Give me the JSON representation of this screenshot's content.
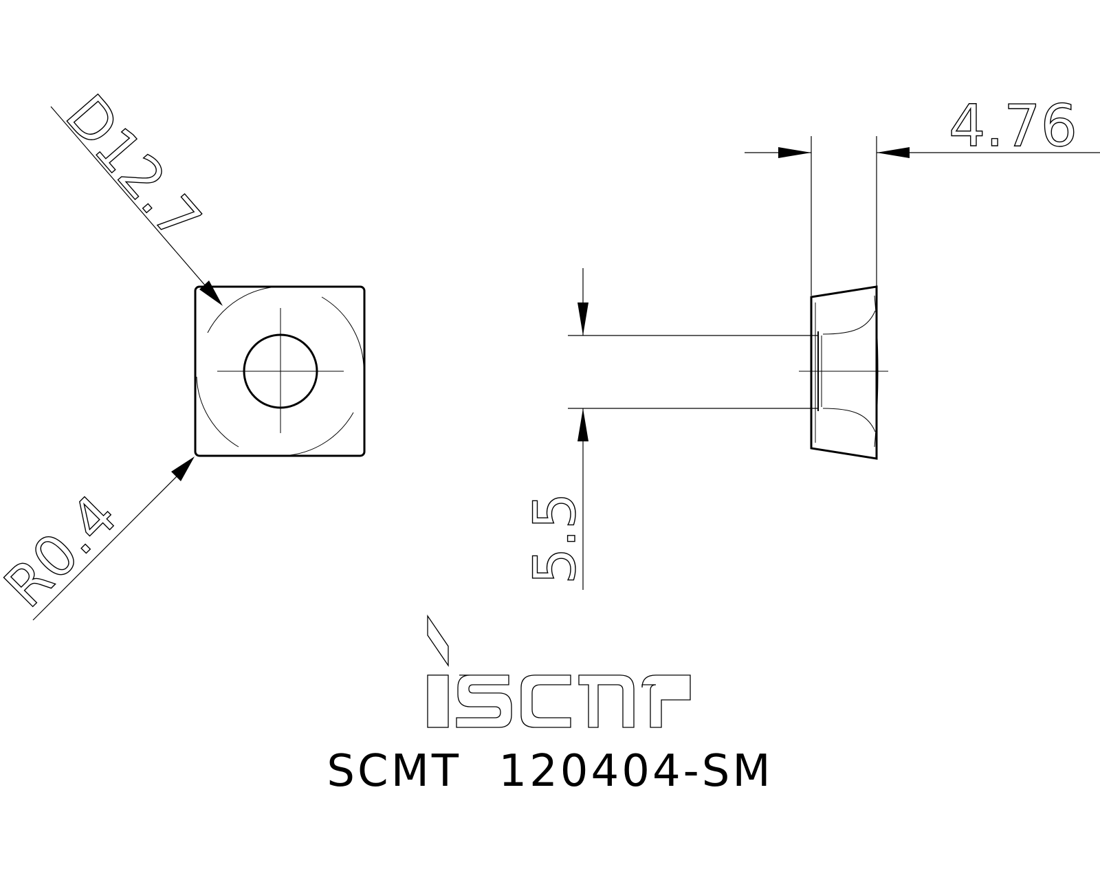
{
  "dimensions": {
    "inscribed_circle": "D12.7",
    "corner_radius": "R0.4",
    "thickness": "4.76",
    "hole_diameter": "5.5"
  },
  "brand": {
    "name": "iscar"
  },
  "part_number": "SCMT 120404-SM"
}
